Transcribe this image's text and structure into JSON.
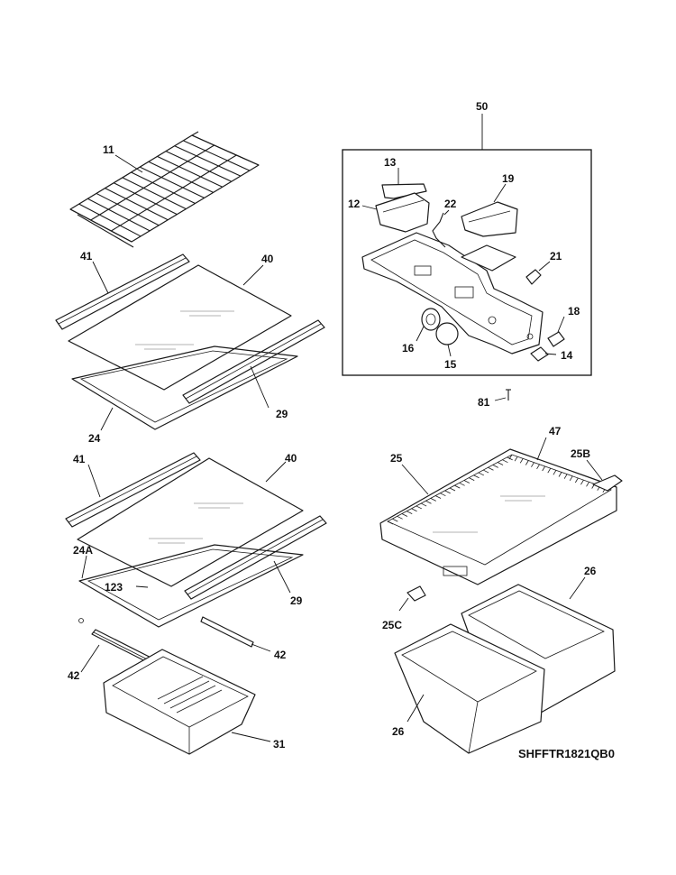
{
  "labels": {
    "p11": "11",
    "p41a": "41",
    "p40a": "40",
    "p29a": "29",
    "p24": "24",
    "p41b": "41",
    "p40b": "40",
    "p24A": "24A",
    "p123": "123",
    "p29b": "29",
    "p42a": "42",
    "p42b": "42",
    "p31": "31",
    "p50": "50",
    "p13": "13",
    "p12": "12",
    "p22": "22",
    "p19": "19",
    "p21": "21",
    "p16": "16",
    "p15": "15",
    "p18": "18",
    "p14": "14",
    "p81": "81",
    "p47": "47",
    "p25": "25",
    "p25B": "25B",
    "p26a": "26",
    "p25C": "25C",
    "p26b": "26"
  },
  "diagram_code": "SHFFTR1821QB0"
}
